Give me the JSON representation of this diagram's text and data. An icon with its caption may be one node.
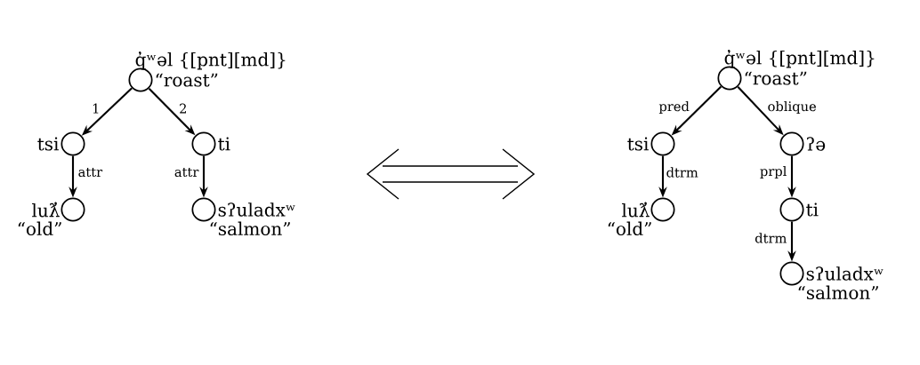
{
  "diagram": {
    "nodes": [
      {
        "text": [],
        "shape": "circle",
        "beside": [
          "q̓ʷəl {[pnt][md]}",
          "“roast”"
        ]
      },
      {
        "text": [],
        "shape": "circle",
        "beside": [
          "tsi"
        ]
      },
      {
        "text": [],
        "shape": "circle",
        "beside": [
          "ti"
        ]
      },
      {
        "text": [],
        "shape": "circle",
        "beside": [
          "luƛ̓",
          "“old”"
        ]
      },
      {
        "text": [],
        "shape": "circle",
        "beside": [
          "sʔuladxʷ",
          "“salmon”"
        ]
      },
      {
        "text": [],
        "shape": "circle",
        "beside": [
          "q̓ʷəl {[pnt][md]}",
          "“roast”"
        ]
      },
      {
        "text": [],
        "shape": "circle",
        "beside": [
          "tsi"
        ]
      },
      {
        "text": [],
        "shape": "circle",
        "beside": [
          "ʔə"
        ]
      },
      {
        "text": [],
        "shape": "circle",
        "beside": [
          "luƛ̓",
          "“old”"
        ]
      },
      {
        "text": [],
        "shape": "circle",
        "beside": [
          "ti"
        ]
      },
      {
        "text": [],
        "shape": "circle",
        "beside": [
          "sʔuladxʷ",
          "“salmon”"
        ]
      }
    ],
    "edges": [
      {
        "from": 0,
        "to": 1,
        "arrow": "to",
        "label": "1"
      },
      {
        "from": 0,
        "to": 2,
        "arrow": "to",
        "label": "2"
      },
      {
        "from": 1,
        "to": 3,
        "arrow": "to",
        "label": "attr"
      },
      {
        "from": 2,
        "to": 4,
        "arrow": "to",
        "label": "attr"
      },
      {
        "from": 5,
        "to": 6,
        "arrow": "to",
        "label": "pred"
      },
      {
        "from": 5,
        "to": 7,
        "arrow": "to",
        "label": "oblique"
      },
      {
        "from": 6,
        "to": 8,
        "arrow": "to",
        "label": "dtrm"
      },
      {
        "from": 7,
        "to": 9,
        "arrow": "to",
        "label": "prpl"
      },
      {
        "from": 9,
        "to": 10,
        "arrow": "to",
        "label": "dtrm"
      }
    ]
  }
}
